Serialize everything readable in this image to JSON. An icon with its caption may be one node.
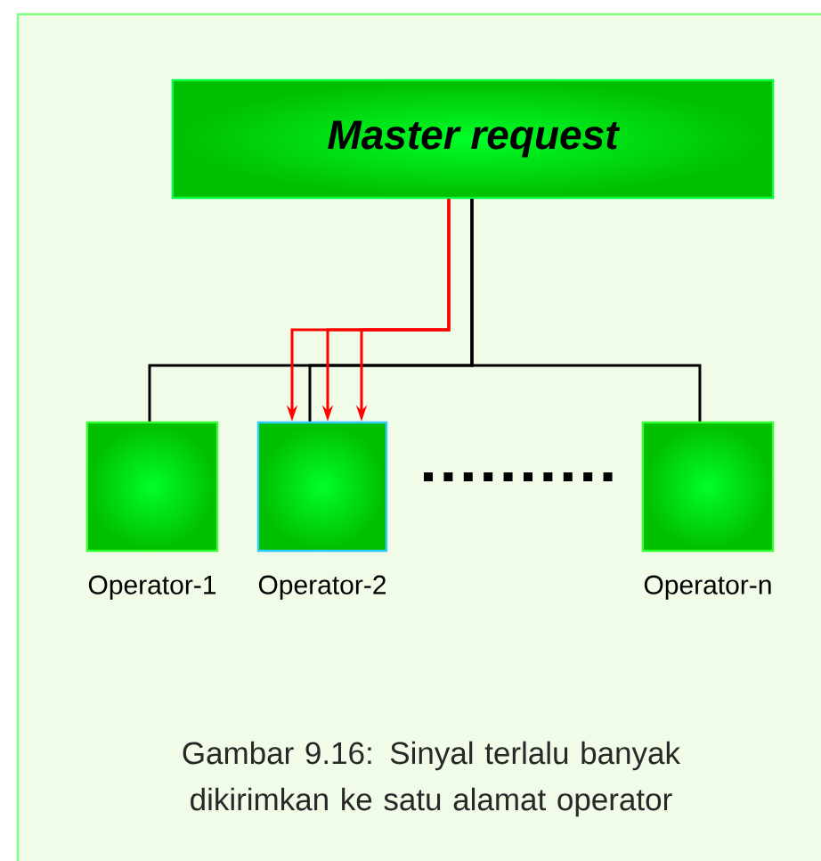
{
  "diagram": {
    "caption": "Gambar 9.16: Sinyal terlalu banyak dikirimkan ke satu alamat operator",
    "nodes": [
      {
        "text": [
          "Master request"
        ]
      },
      {
        "text": [],
        "shape": "box",
        "beside": [
          "Operator-1"
        ]
      },
      {
        "text": [],
        "shape": "box",
        "beside": [
          "Operator-2"
        ]
      },
      {
        "text": [],
        "shape": "box",
        "beside": [
          "Operator-n"
        ]
      }
    ],
    "edges": [
      {
        "from": 0,
        "to": 1,
        "arrow": "none"
      },
      {
        "from": 0,
        "to": 2,
        "arrow": "none"
      },
      {
        "from": 0,
        "to": 3,
        "arrow": "none"
      },
      {
        "from": 0,
        "to": 2,
        "arrow": "to",
        "color": "#ff0000"
      },
      {
        "from": 0,
        "to": 2,
        "arrow": "to",
        "color": "#ff0000"
      },
      {
        "from": 0,
        "to": 2,
        "arrow": "to",
        "color": "#ff0000"
      }
    ]
  }
}
